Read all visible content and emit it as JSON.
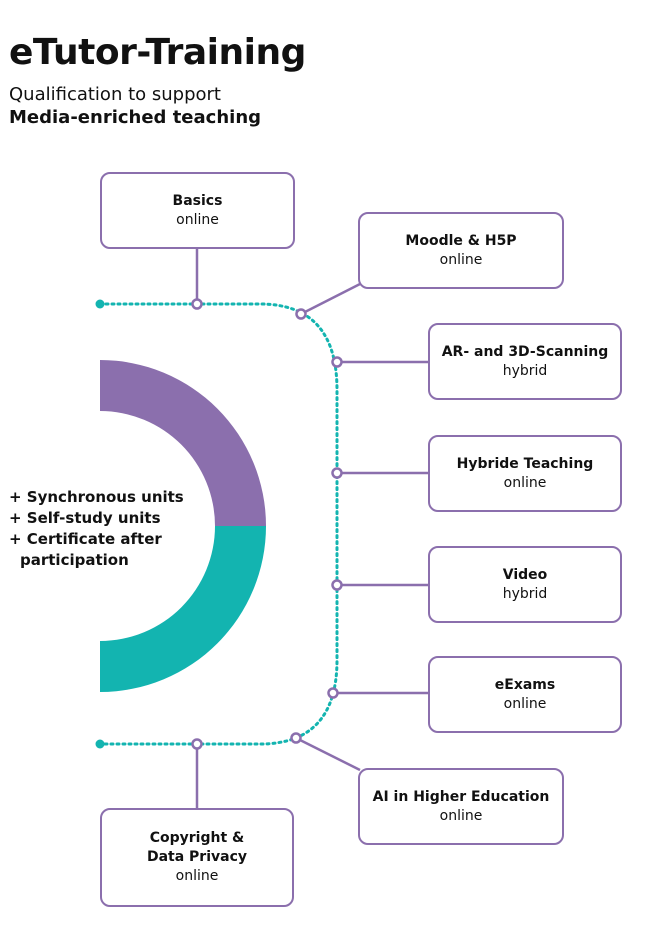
{
  "header": {
    "title": "eTutor-Training",
    "subtitle": "Qualification to support",
    "subtitle_bold": "Media-enriched teaching"
  },
  "modules": [
    {
      "name": "Basics",
      "mode": "online"
    },
    {
      "name": "Moodle & H5P",
      "mode": "online"
    },
    {
      "name": "AR- and 3D-Scanning",
      "mode": "hybrid"
    },
    {
      "name": "Hybride Teaching",
      "mode": "online"
    },
    {
      "name": "Video",
      "mode": "hybrid"
    },
    {
      "name": "eExams",
      "mode": "online"
    },
    {
      "name": "AI  in Higher Education",
      "mode": "online"
    },
    {
      "name_line1": "Copyright &",
      "name_line2": "Data Privacy",
      "mode": "online"
    }
  ],
  "features": [
    "+ Synchronous units",
    "+ Self-study units",
    "+ Certificate after",
    "participation"
  ],
  "colors": {
    "purple": "#8b6fad",
    "teal": "#13b4b0",
    "text": "#111111"
  }
}
